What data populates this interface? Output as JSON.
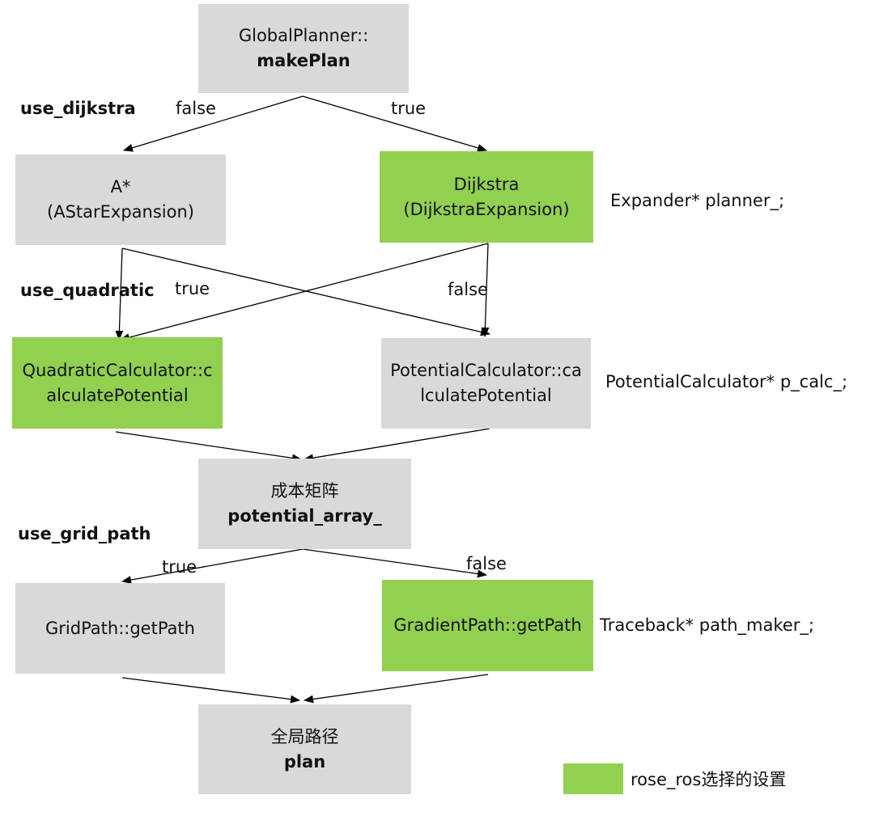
{
  "nodes": {
    "makeplan": {
      "line1": "GlobalPlanner::",
      "line2": "makePlan"
    },
    "astar": {
      "line1": "A*",
      "line2": "(AStarExpansion)"
    },
    "dijkstra": {
      "line1": "Dijkstra",
      "line2": "(DijkstraExpansion)"
    },
    "quadratic": {
      "line1": "QuadraticCalculator::c",
      "line2": "alculatePotential"
    },
    "potential": {
      "line1": "PotentialCalculator::ca",
      "line2": "lculatePotential"
    },
    "cost": {
      "line1": "成本矩阵",
      "line2": "potential_array_"
    },
    "gridpath": {
      "line1": "GridPath::getPath"
    },
    "gradientpath": {
      "line1": "GradientPath::getPath"
    },
    "plan": {
      "line1": "全局路径",
      "line2": "plan"
    }
  },
  "params": {
    "use_dijkstra": "use_dijkstra",
    "use_quadratic": "use_quadratic",
    "use_grid_path": "use_grid_path"
  },
  "edge_labels": {
    "dijkstra_false": "false",
    "dijkstra_true": "true",
    "quadratic_true": "true",
    "quadratic_false": "false",
    "grid_true": "true",
    "grid_false": "false"
  },
  "annotations": {
    "expander": "Expander* planner_;",
    "potential": "PotentialCalculator* p_calc_;",
    "traceback": "Traceback* path_maker_;"
  },
  "legend": {
    "label": "rose_ros选择的设置"
  },
  "colors": {
    "box": "#d9d9d9",
    "selected": "#92d050",
    "line": "#000000"
  }
}
